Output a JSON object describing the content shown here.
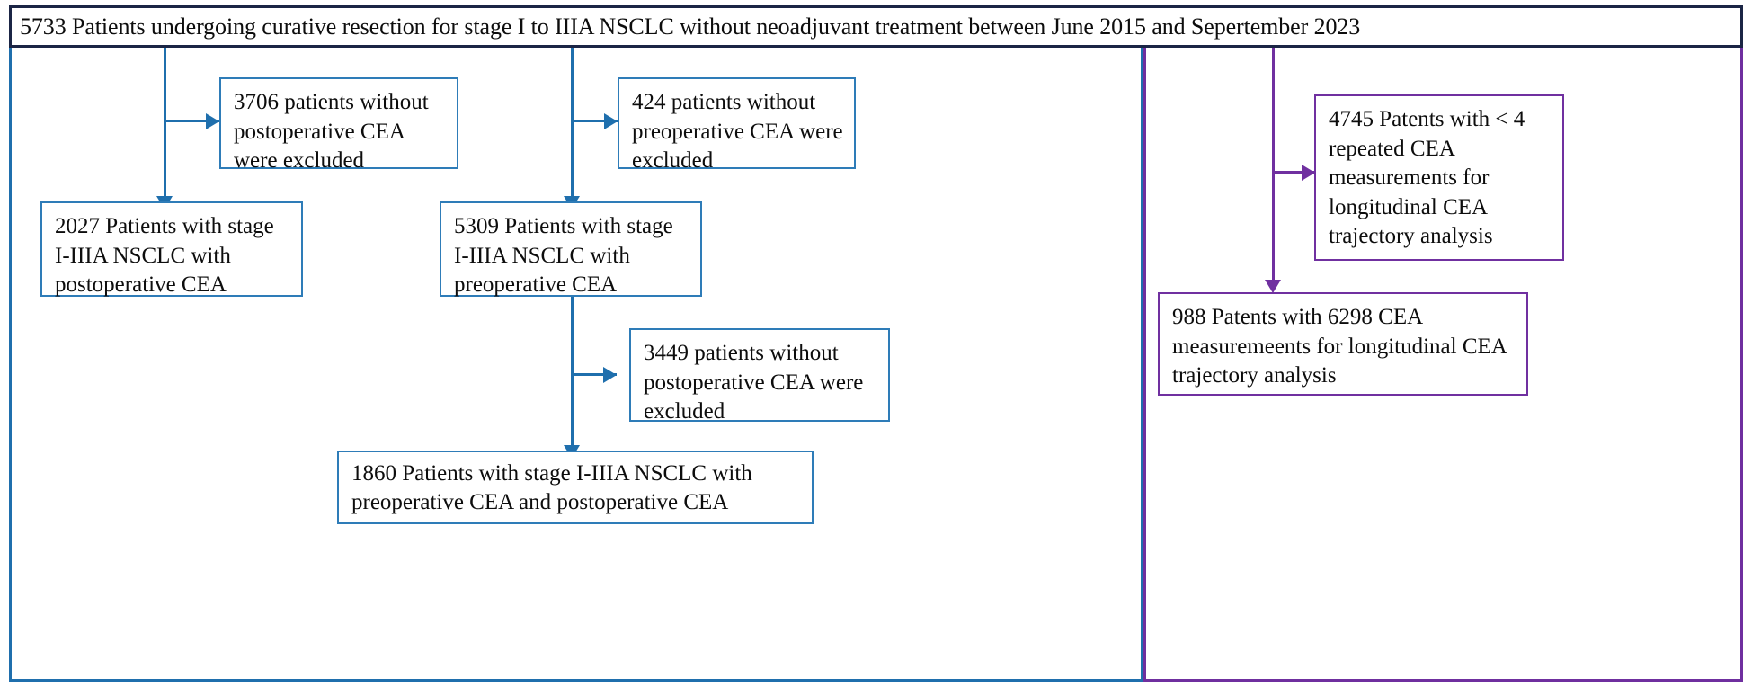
{
  "figure": {
    "type": "flowchart",
    "title": "Patient selection flowchart for preoperative and postoperative CEA analysis",
    "colors": {
      "banner_border": "#1b2545",
      "left_panel_border": "#1f6fad",
      "right_panel_border": "#6f2f9f",
      "blue_box_border": "#2e7cb8",
      "purple_box_border": "#7030a0",
      "blue_arrow": "#1f6fad",
      "purple_arrow": "#7030a0",
      "background": "#ffffff",
      "text": "#0d0d0d"
    }
  },
  "banner": {
    "text": "5733 Patients undergoing curative resection for stage I to IIIA NSCLC without neoadjuvant treatment between June 2015 and Sepertember 2023",
    "count": 5733
  },
  "left_panel": {
    "nodes": [
      {
        "id": "excluded-postop-cea",
        "kind": "exclusion",
        "count": 3706,
        "text": "3706 patients without postoperative CEA were excluded"
      },
      {
        "id": "postop-cea-cohort",
        "kind": "cohort",
        "count": 2027,
        "text": "2027 Patients with stage I-IIIA NSCLC with postoperative CEA"
      },
      {
        "id": "excluded-preop-cea",
        "kind": "exclusion",
        "count": 424,
        "text": "424 patients without preoperative CEA were excluded"
      },
      {
        "id": "preop-cea-cohort",
        "kind": "cohort",
        "count": 5309,
        "text": "5309 Patients with stage I-IIIA NSCLC with preoperative CEA"
      },
      {
        "id": "excluded-postop-cea-2",
        "kind": "exclusion",
        "count": 3449,
        "text": "3449 patients without postoperative CEA were excluded"
      },
      {
        "id": "paired-cea-cohort",
        "kind": "cohort",
        "count": 1860,
        "text": "1860 Patients with stage I-IIIA NSCLC with preoperative CEA and postoperative CEA"
      }
    ]
  },
  "right_panel": {
    "nodes": [
      {
        "id": "excluded-few-repeats",
        "kind": "exclusion",
        "count": 4745,
        "text": "4745 Patents with < 4 repeated CEA measurements for longitudinal CEA trajectory analysis"
      },
      {
        "id": "longitudinal-cohort",
        "kind": "cohort",
        "count": 988,
        "measurements": 6298,
        "text": "988 Patents with 6298 CEA measuremeents for longitudinal CEA trajectory analysis"
      }
    ]
  }
}
